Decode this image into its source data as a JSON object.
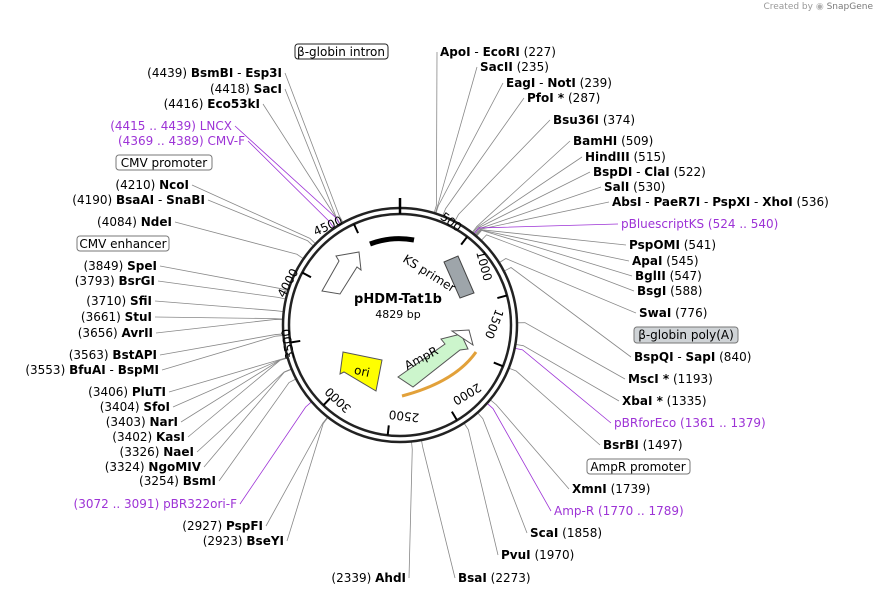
{
  "credit": {
    "prefix": "Created by",
    "brand": "SnapGene"
  },
  "plasmid": {
    "name": "pHDM-Tat1b",
    "length": "4829 bp",
    "length_value": 4829
  },
  "ticks": [
    "500",
    "1000",
    "1500",
    "2000",
    "2500",
    "3000",
    "3500",
    "4000",
    "4500"
  ],
  "features": [
    {
      "label": "KS primer",
      "color": "#000000"
    },
    {
      "label": "AmpR",
      "color": "#ccf5cc"
    },
    {
      "label": "ori",
      "color": "#ffff00"
    }
  ],
  "boxes": [
    {
      "label": "β-globin intron"
    },
    {
      "label": "CMV promoter"
    },
    {
      "label": "CMV enhancer"
    },
    {
      "label": "β-globin poly(A)"
    },
    {
      "label": "AmpR promoter"
    }
  ],
  "right_labels": [
    {
      "name": "ApoI",
      "name2": "EcoRI",
      "pos": "(227)"
    },
    {
      "name": "SacII",
      "pos": "(235)"
    },
    {
      "name": "EagI",
      "name2": "NotI",
      "pos": "(239)"
    },
    {
      "name": "PfoI *",
      "pos": "(287)"
    },
    {
      "name": "Bsu36I",
      "pos": "(374)"
    },
    {
      "name": "BamHI",
      "pos": "(509)"
    },
    {
      "name": "HindIII",
      "pos": "(515)"
    },
    {
      "name": "BspDI",
      "name2": "ClaI",
      "pos": "(522)"
    },
    {
      "name": "SalI",
      "pos": "(530)"
    },
    {
      "name": "AbsI",
      "name2": "PaeR7I",
      "name3": "PspXI",
      "name4": "XhoI",
      "pos": "(536)"
    },
    {
      "name": "pBluescriptKS",
      "pos": "(524 .. 540)",
      "purple": true
    },
    {
      "name": "PspOMI",
      "pos": "(541)"
    },
    {
      "name": "ApaI",
      "pos": "(545)"
    },
    {
      "name": "BglII",
      "pos": "(547)"
    },
    {
      "name": "BsgI",
      "pos": "(588)"
    },
    {
      "name": "SwaI",
      "pos": "(776)"
    },
    {
      "name": "BspQI",
      "name2": "SapI",
      "pos": "(840)"
    },
    {
      "name": "MscI *",
      "pos": "(1193)"
    },
    {
      "name": "XbaI *",
      "pos": "(1335)"
    },
    {
      "name": "pBRforEco",
      "pos": "(1361 .. 1379)",
      "purple": true
    },
    {
      "name": "BsrBI",
      "pos": "(1497)"
    },
    {
      "name": "XmnI",
      "pos": "(1739)"
    },
    {
      "name": "Amp-R",
      "pos": "(1770 .. 1789)",
      "purple": true
    },
    {
      "name": "ScaI",
      "pos": "(1858)"
    },
    {
      "name": "PvuI",
      "pos": "(1970)"
    },
    {
      "name": "BsaI",
      "pos": "(2273)"
    }
  ],
  "left_labels": [
    {
      "name": "BsmBI",
      "name2": "Esp3I",
      "pos": "(4439)"
    },
    {
      "name": "SacI",
      "pos": "(4418)"
    },
    {
      "name": "Eco53kI",
      "pos": "(4416)"
    },
    {
      "name": "LNCX",
      "pos": "(4415 .. 4439)",
      "purple": true
    },
    {
      "name": "CMV-F",
      "pos": "(4369 .. 4389)",
      "purple": true
    },
    {
      "name": "NcoI",
      "pos": "(4210)"
    },
    {
      "name": "BsaAI",
      "name2": "SnaBI",
      "pos": "(4190)"
    },
    {
      "name": "NdeI",
      "pos": "(4084)"
    },
    {
      "name": "SpeI",
      "pos": "(3849)"
    },
    {
      "name": "BsrGI",
      "pos": "(3793)"
    },
    {
      "name": "SfiI",
      "pos": "(3710)"
    },
    {
      "name": "StuI",
      "pos": "(3661)"
    },
    {
      "name": "AvrII",
      "pos": "(3656)"
    },
    {
      "name": "BstAPI",
      "pos": "(3563)"
    },
    {
      "name": "BfuAI",
      "name2": "BspMI",
      "pos": "(3553)"
    },
    {
      "name": "PluTI",
      "pos": "(3406)"
    },
    {
      "name": "SfoI",
      "pos": "(3404)"
    },
    {
      "name": "NarI",
      "pos": "(3403)"
    },
    {
      "name": "KasI",
      "pos": "(3402)"
    },
    {
      "name": "NaeI",
      "pos": "(3326)"
    },
    {
      "name": "NgoMIV",
      "pos": "(3324)"
    },
    {
      "name": "BsmI",
      "pos": "(3254)"
    },
    {
      "name": "pBR322ori-F",
      "pos": "(3072 .. 3091)",
      "purple": true
    },
    {
      "name": "PspFI",
      "pos": "(2927)"
    },
    {
      "name": "BseYI",
      "pos": "(2923)"
    },
    {
      "name": "AhdI",
      "pos": "(2339)"
    }
  ]
}
